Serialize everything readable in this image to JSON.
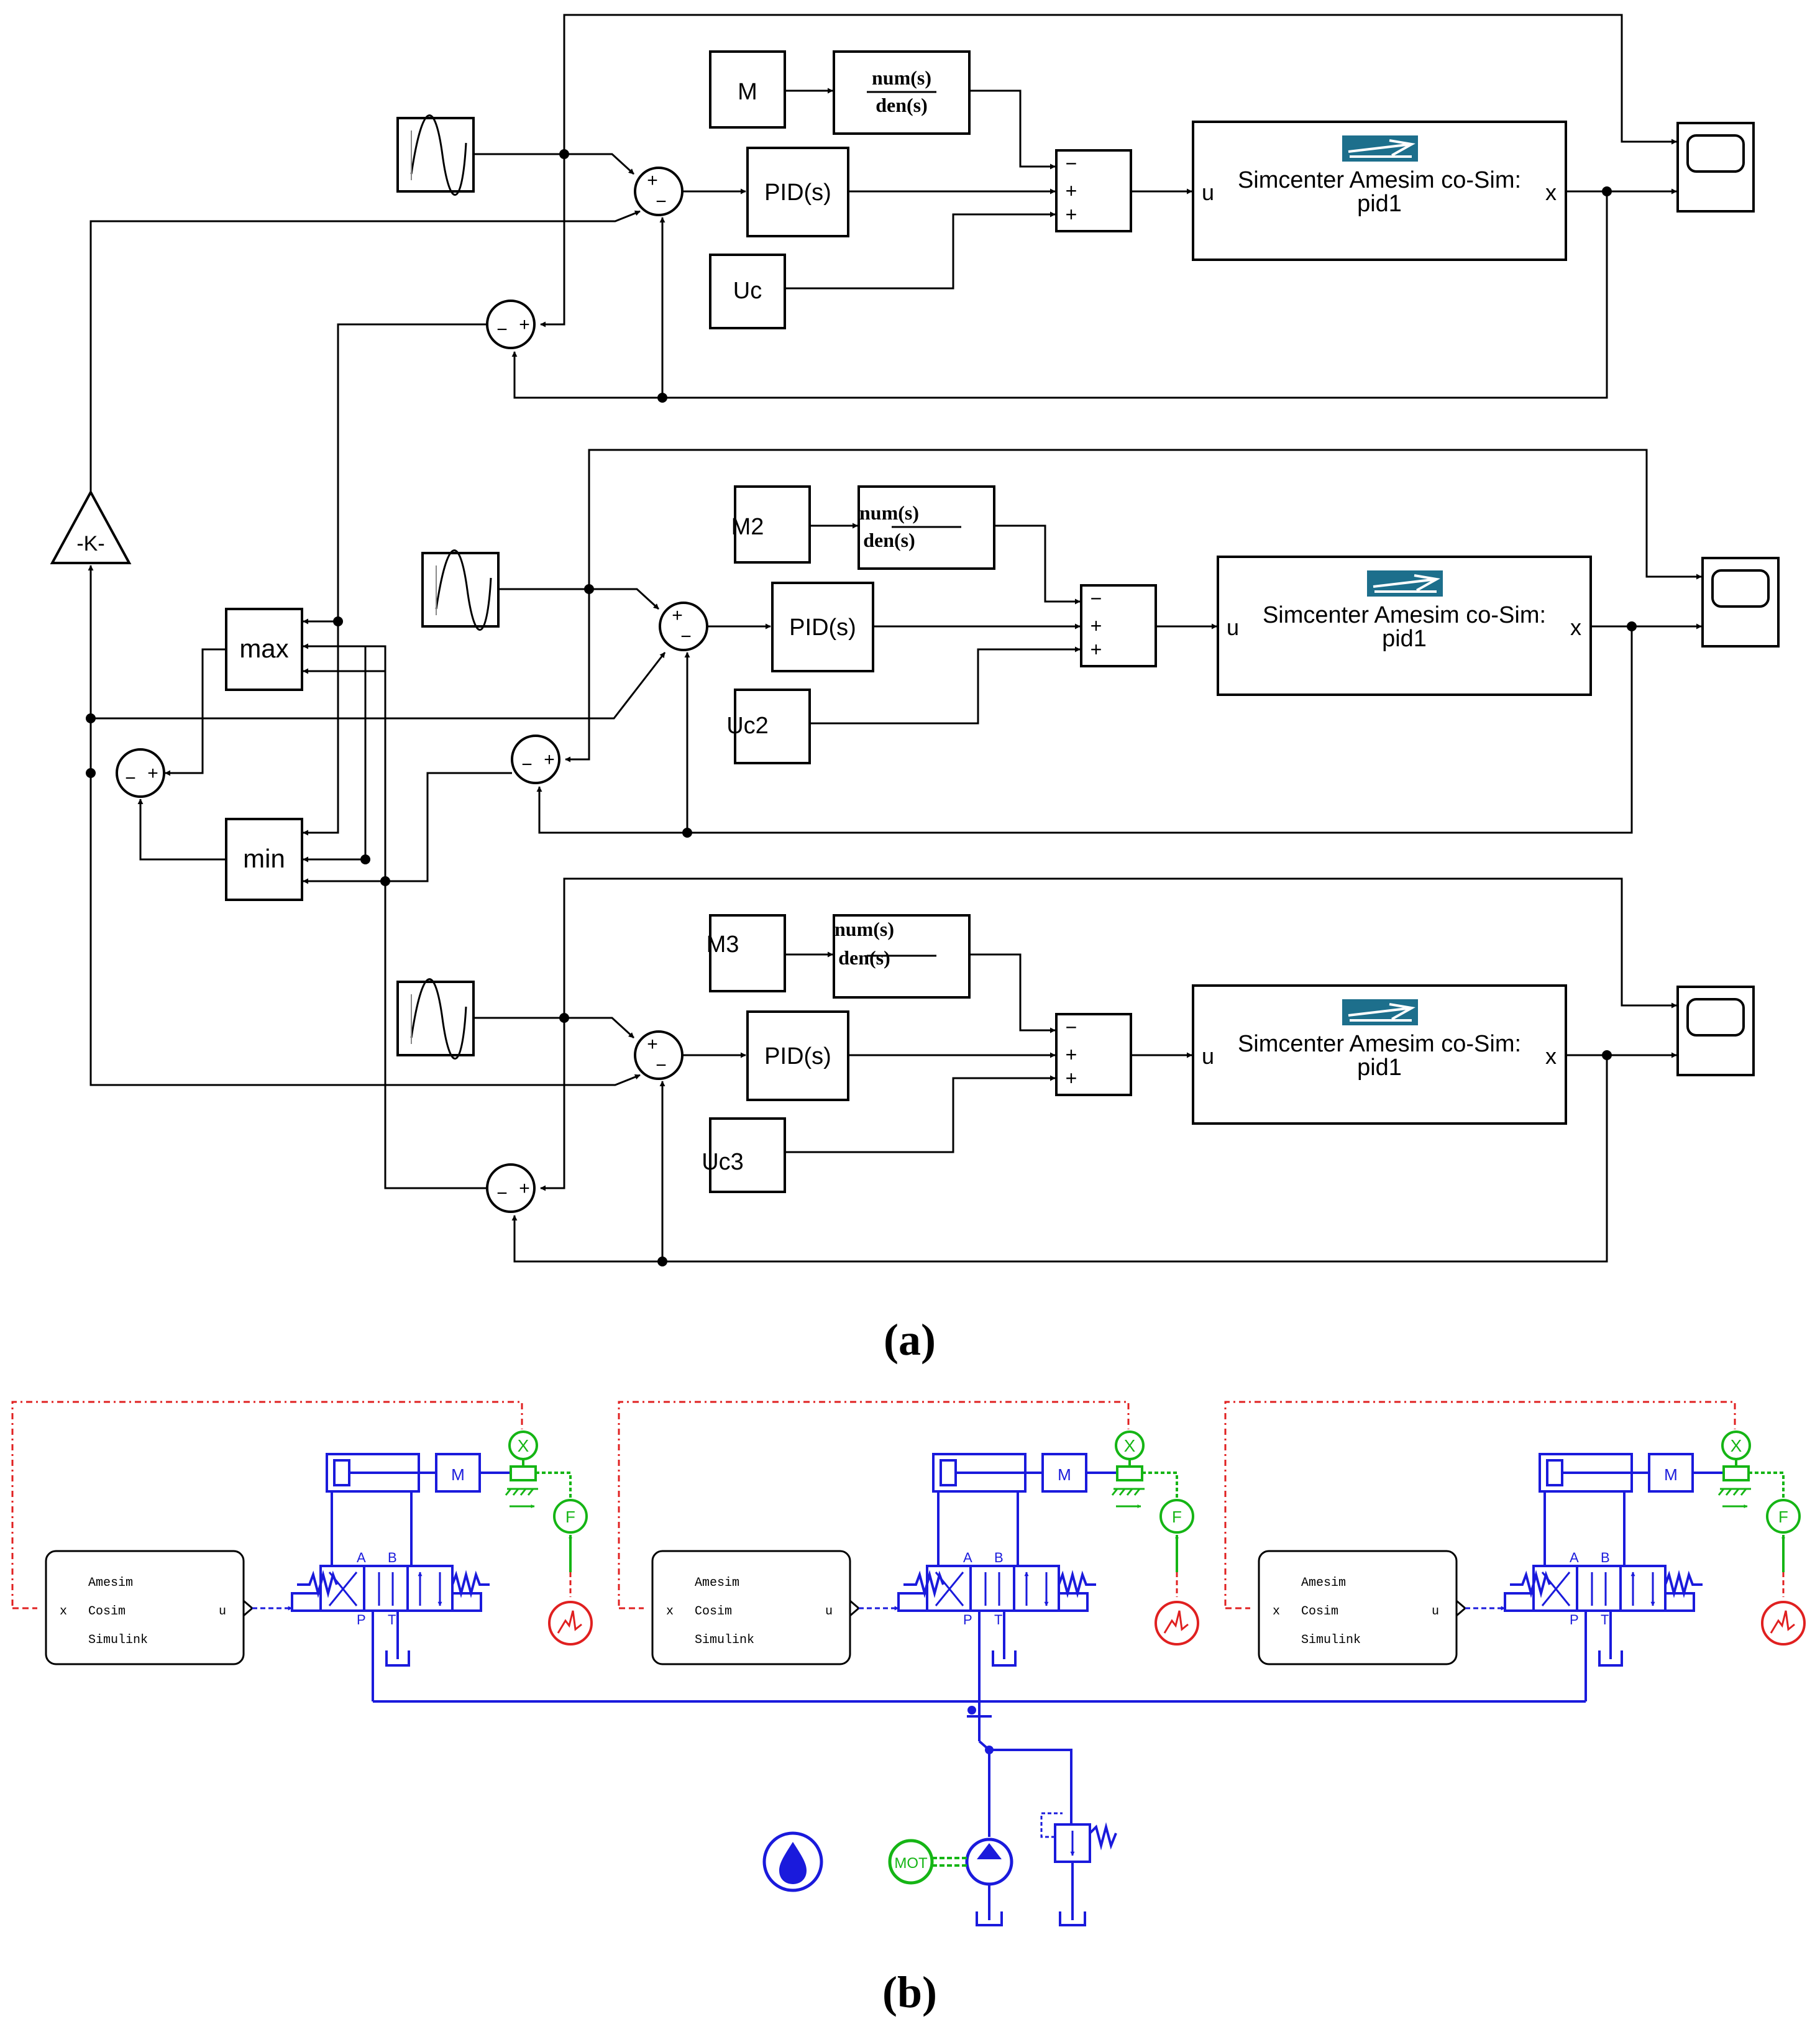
{
  "panel_a": {
    "caption": "(a)",
    "loops": [
      {
        "feed_forward": "M",
        "tf_num": "num(s)",
        "tf_den": "den(s)",
        "controller": "PID(s)",
        "bias": "Uc",
        "cosim_title": "Simcenter Amesim co-Sim:",
        "cosim_name": "pid1",
        "cosim_in": "u",
        "cosim_out": "x"
      },
      {
        "feed_forward": "M2",
        "tf_num": "num(s)",
        "tf_den": "den(s)",
        "controller": "PID(s)",
        "bias": "Uc2",
        "cosim_title": "Simcenter Amesim co-Sim:",
        "cosim_name": "pid1",
        "cosim_in": "u",
        "cosim_out": "x"
      },
      {
        "feed_forward": "M3",
        "tf_num": "num(s)",
        "tf_den": "den(s)",
        "controller": "PID(s)",
        "bias": "Uc3",
        "cosim_title": "Simcenter Amesim co-Sim:",
        "cosim_name": "pid1",
        "cosim_in": "u",
        "cosim_out": "x"
      }
    ],
    "gain": "-K-",
    "max_block": "max",
    "min_block": "min",
    "signs": {
      "plus": "+",
      "minus": "−"
    },
    "colors": {
      "logo": "#1d6f8c",
      "wire": "#000000"
    }
  },
  "panel_b": {
    "caption": "(b)",
    "units": [
      {
        "cosim_lines": [
          "Amesim",
          "Cosim",
          "Simulink"
        ],
        "in_port": "x",
        "out_port": "u",
        "mass": "M",
        "sensor": "X",
        "force": "F",
        "port_a": "A",
        "port_b": "B",
        "port_p": "P",
        "port_t": "T"
      },
      {
        "cosim_lines": [
          "Amesim",
          "Cosim",
          "Simulink"
        ],
        "in_port": "x",
        "out_port": "u",
        "mass": "M",
        "sensor": "X",
        "force": "F",
        "port_a": "A",
        "port_b": "B",
        "port_p": "P",
        "port_t": "T"
      },
      {
        "cosim_lines": [
          "Amesim",
          "Cosim",
          "Simulink"
        ],
        "in_port": "x",
        "out_port": "u",
        "mass": "M",
        "sensor": "X",
        "force": "F",
        "port_a": "A",
        "port_b": "B",
        "port_p": "P",
        "port_t": "T"
      }
    ],
    "motor": "MOT",
    "colors": {
      "hydraulic": "#1a1adc",
      "mechanical": "#15b515",
      "signal": "#e02020"
    },
    "icons": [
      "fluid-drop-icon",
      "pump-icon",
      "relief-valve-icon",
      "tank-icon"
    ]
  }
}
